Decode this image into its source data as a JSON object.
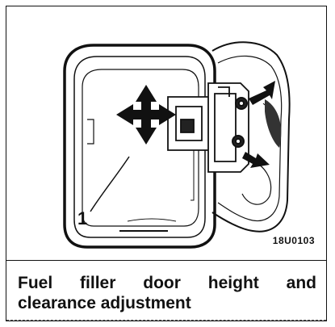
{
  "figure": {
    "callout_number": "1",
    "figure_code": "18U0103"
  },
  "caption": {
    "line1": "Fuel filler door height and",
    "line2": "clearance adjustment"
  },
  "icons": [
    "four-way-arrow-icon",
    "pointer-arrow-icon"
  ]
}
